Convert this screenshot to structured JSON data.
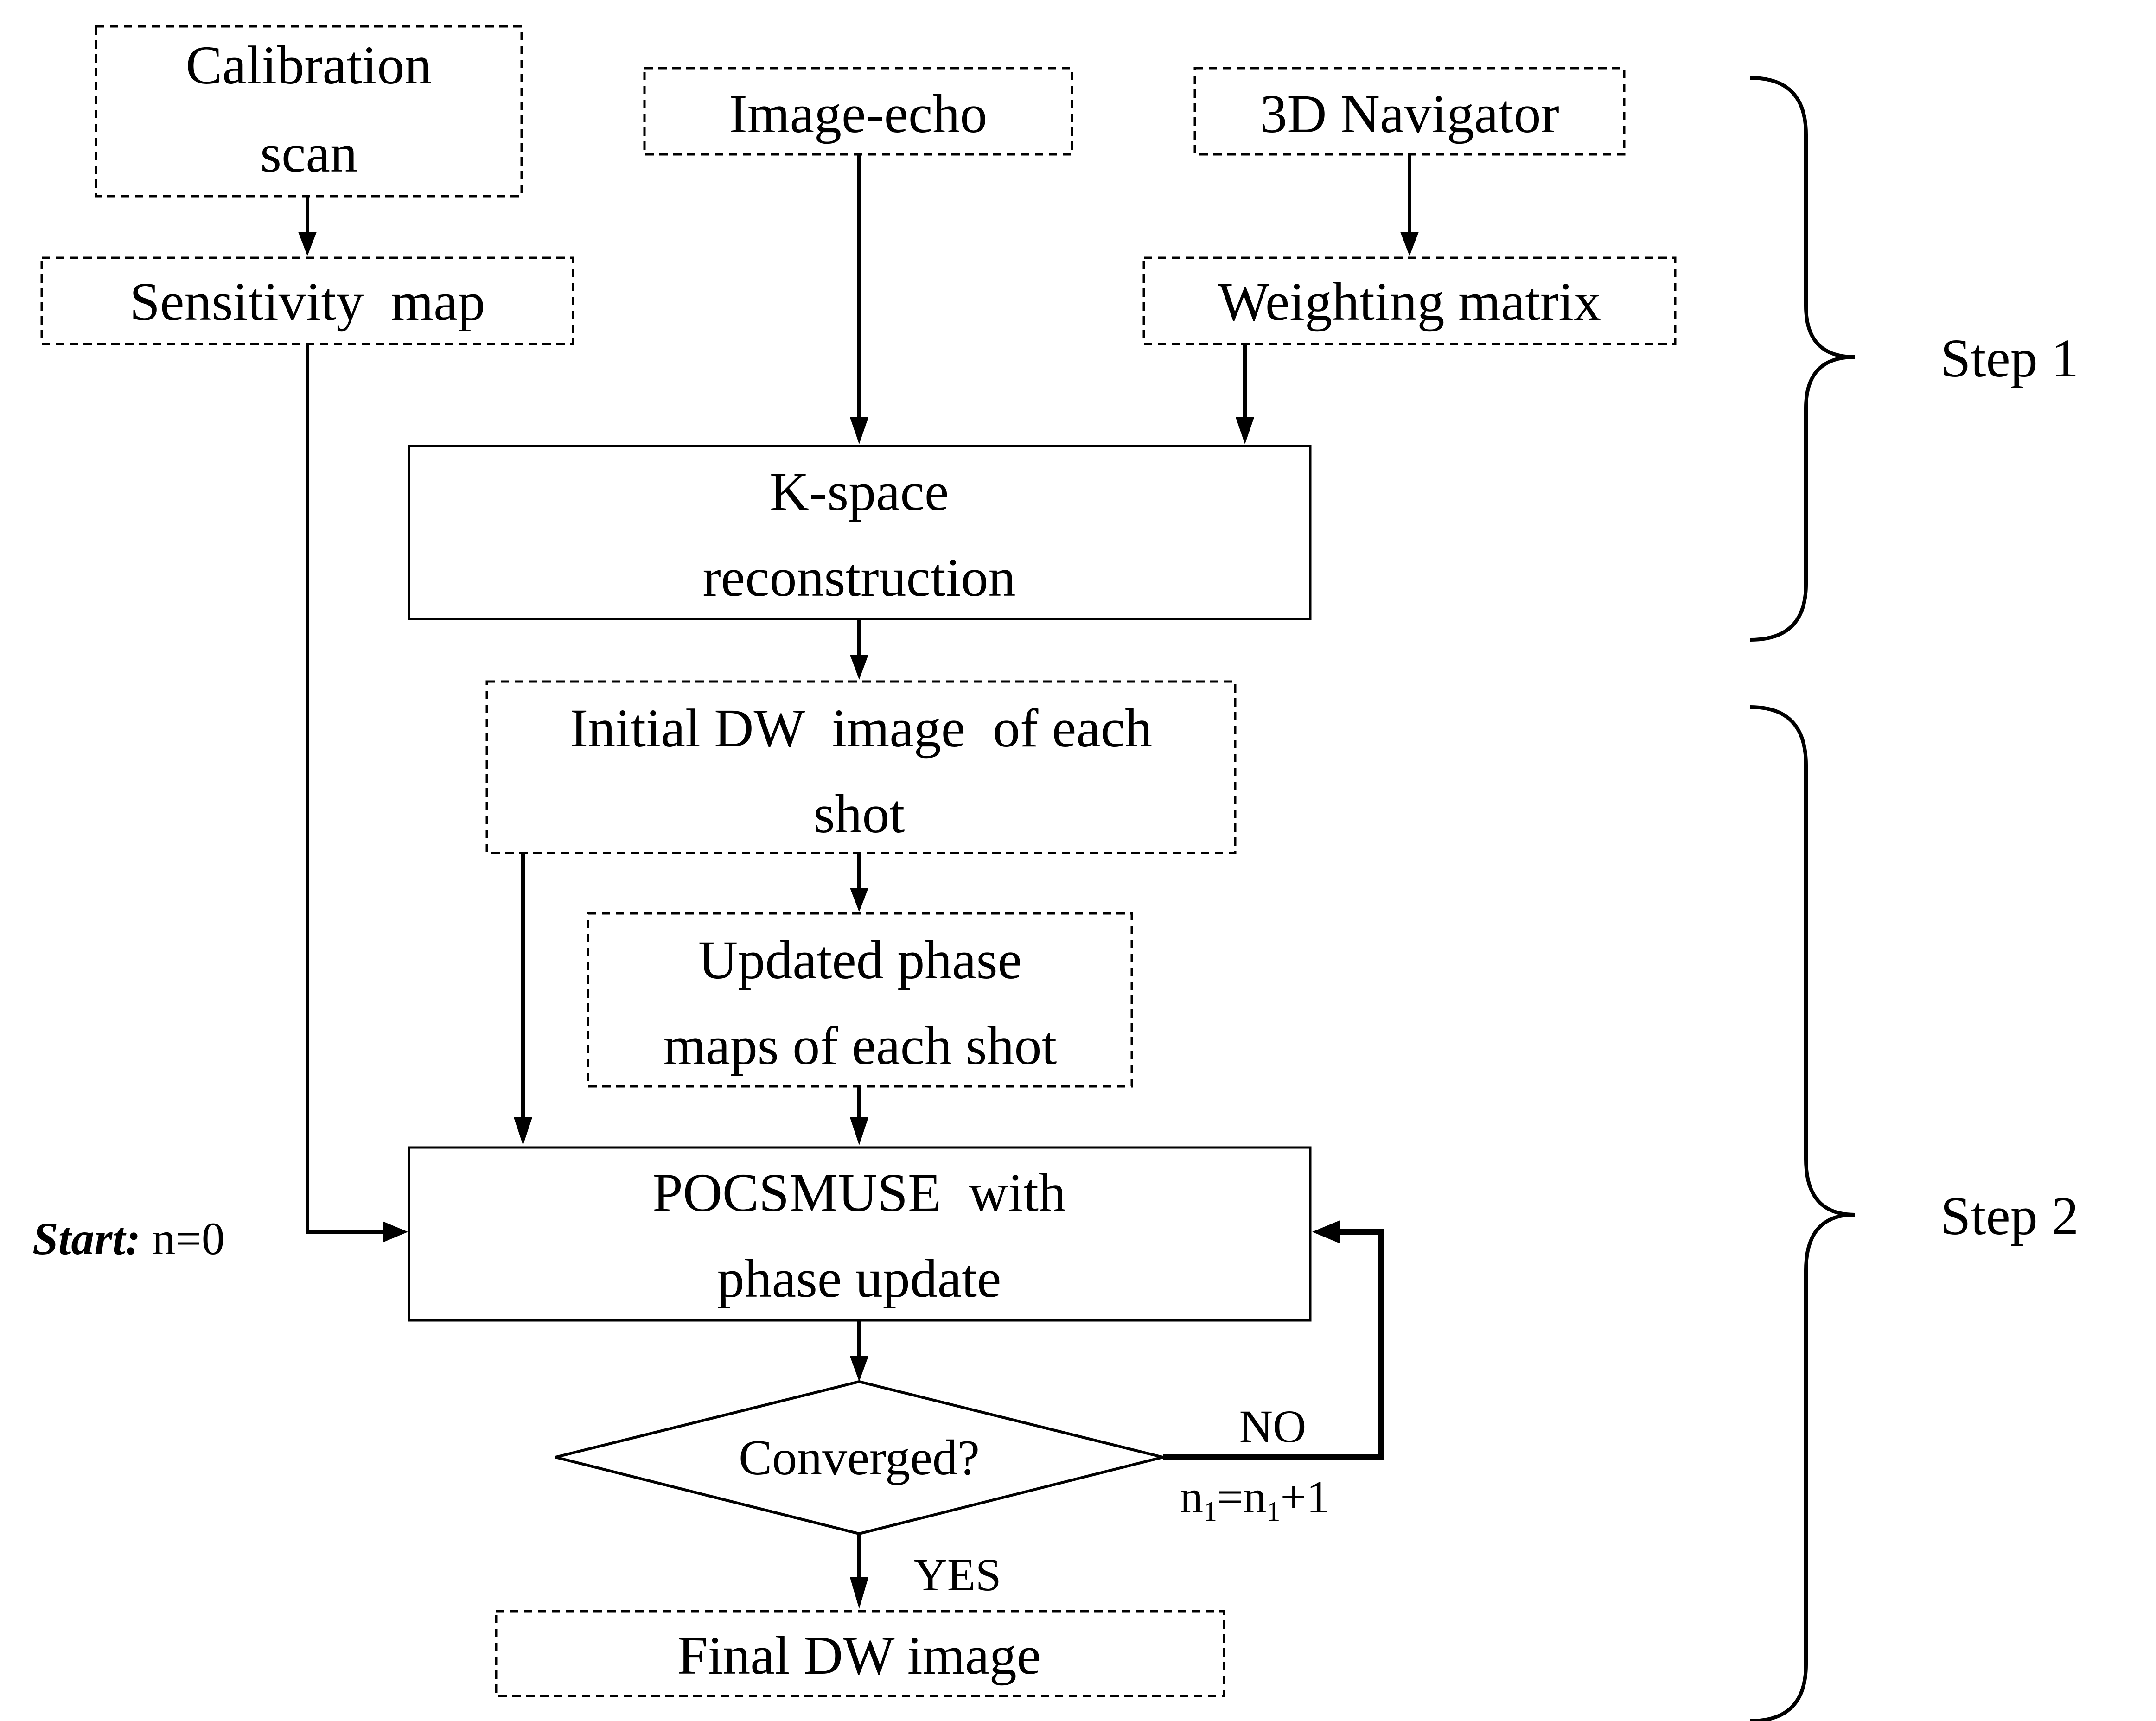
{
  "diagram": {
    "nodes": {
      "calibration_scan": {
        "line1": "Calibration",
        "line2": "scan",
        "style": "dashed"
      },
      "sensitivity_map": {
        "label": "Sensitivity  map",
        "style": "dashed"
      },
      "image_echo": {
        "label": "Image-echo",
        "style": "dashed"
      },
      "navigator_3d": {
        "label": "3D Navigator",
        "style": "dashed"
      },
      "weighting_matrix": {
        "label": "Weighting matrix",
        "style": "dashed"
      },
      "kspace_recon": {
        "line1": "K-space",
        "line2": "reconstruction",
        "style": "solid"
      },
      "initial_dw": {
        "line1": "Initial DW  image  of each",
        "line2": "shot",
        "style": "dashed"
      },
      "updated_phase": {
        "line1": "Updated phase",
        "line2": "maps of each shot",
        "style": "dashed"
      },
      "pocsmuse": {
        "line1": "POCSMUSE  with",
        "line2": "phase update",
        "style": "solid"
      },
      "converged": {
        "label": "Converged?",
        "shape": "diamond"
      },
      "final_dw": {
        "label": "Final DW image",
        "style": "dashed"
      }
    },
    "labels": {
      "start_bold": "Start:",
      "start_value": " n=0",
      "no": "NO",
      "yes": "YES",
      "increment_n": "n",
      "increment_sub": "1",
      "increment_eq": "=n",
      "increment_sub2": "1",
      "increment_plus": "+1"
    },
    "steps": [
      {
        "label": "Step 1"
      },
      {
        "label": "Step 2"
      }
    ],
    "edges": [
      {
        "from": "calibration_scan",
        "to": "sensitivity_map"
      },
      {
        "from": "navigator_3d",
        "to": "weighting_matrix"
      },
      {
        "from": "image_echo",
        "to": "kspace_recon"
      },
      {
        "from": "weighting_matrix",
        "to": "kspace_recon"
      },
      {
        "from": "kspace_recon",
        "to": "initial_dw"
      },
      {
        "from": "initial_dw",
        "to": "updated_phase"
      },
      {
        "from": "initial_dw",
        "to": "pocsmuse"
      },
      {
        "from": "updated_phase",
        "to": "pocsmuse"
      },
      {
        "from": "sensitivity_map",
        "to": "pocsmuse",
        "label": "Start: n=0"
      },
      {
        "from": "pocsmuse",
        "to": "converged"
      },
      {
        "from": "converged",
        "to": "pocsmuse",
        "label": "NO"
      },
      {
        "from": "converged",
        "to": "final_dw",
        "label": "YES"
      }
    ]
  }
}
